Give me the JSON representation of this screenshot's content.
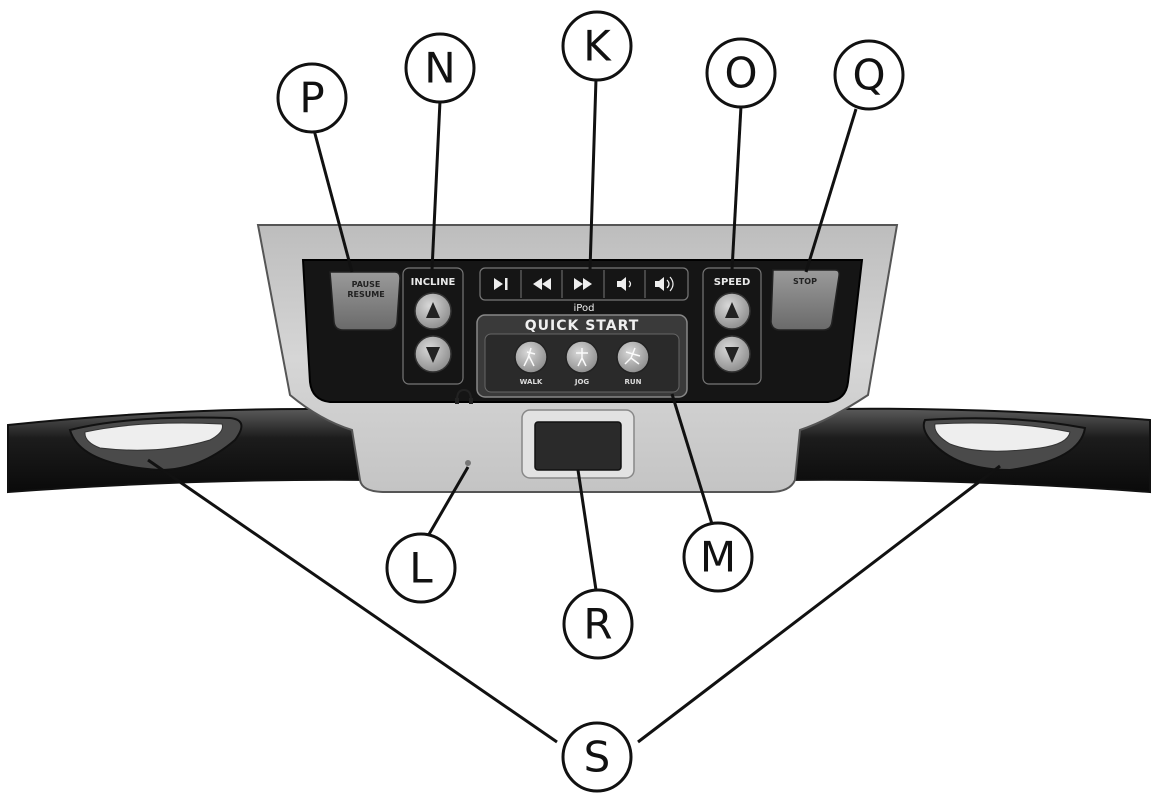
{
  "callouts": {
    "P": "P",
    "N": "N",
    "K": "K",
    "O": "O",
    "Q": "Q",
    "L": "L",
    "R": "R",
    "M": "M",
    "S": "S"
  },
  "panel": {
    "pause_resume_line1": "PAUSE",
    "pause_resume_line2": "RESUME",
    "incline_label": "INCLINE",
    "speed_label": "SPEED",
    "stop_label": "STOP",
    "ipod_label": "iPod",
    "quick_start_title": "QUICK START",
    "walk_label": "WALK",
    "jog_label": "JOG",
    "run_label": "RUN"
  },
  "icons": {
    "play_pause": "play-pause-icon",
    "rewind": "rewind-icon",
    "fast_forward": "fast-forward-icon",
    "volume_down": "volume-down-icon",
    "volume_up": "volume-up-icon",
    "up_arrow": "up-arrow-icon",
    "down_arrow": "down-arrow-icon",
    "headphone": "headphone-icon"
  }
}
